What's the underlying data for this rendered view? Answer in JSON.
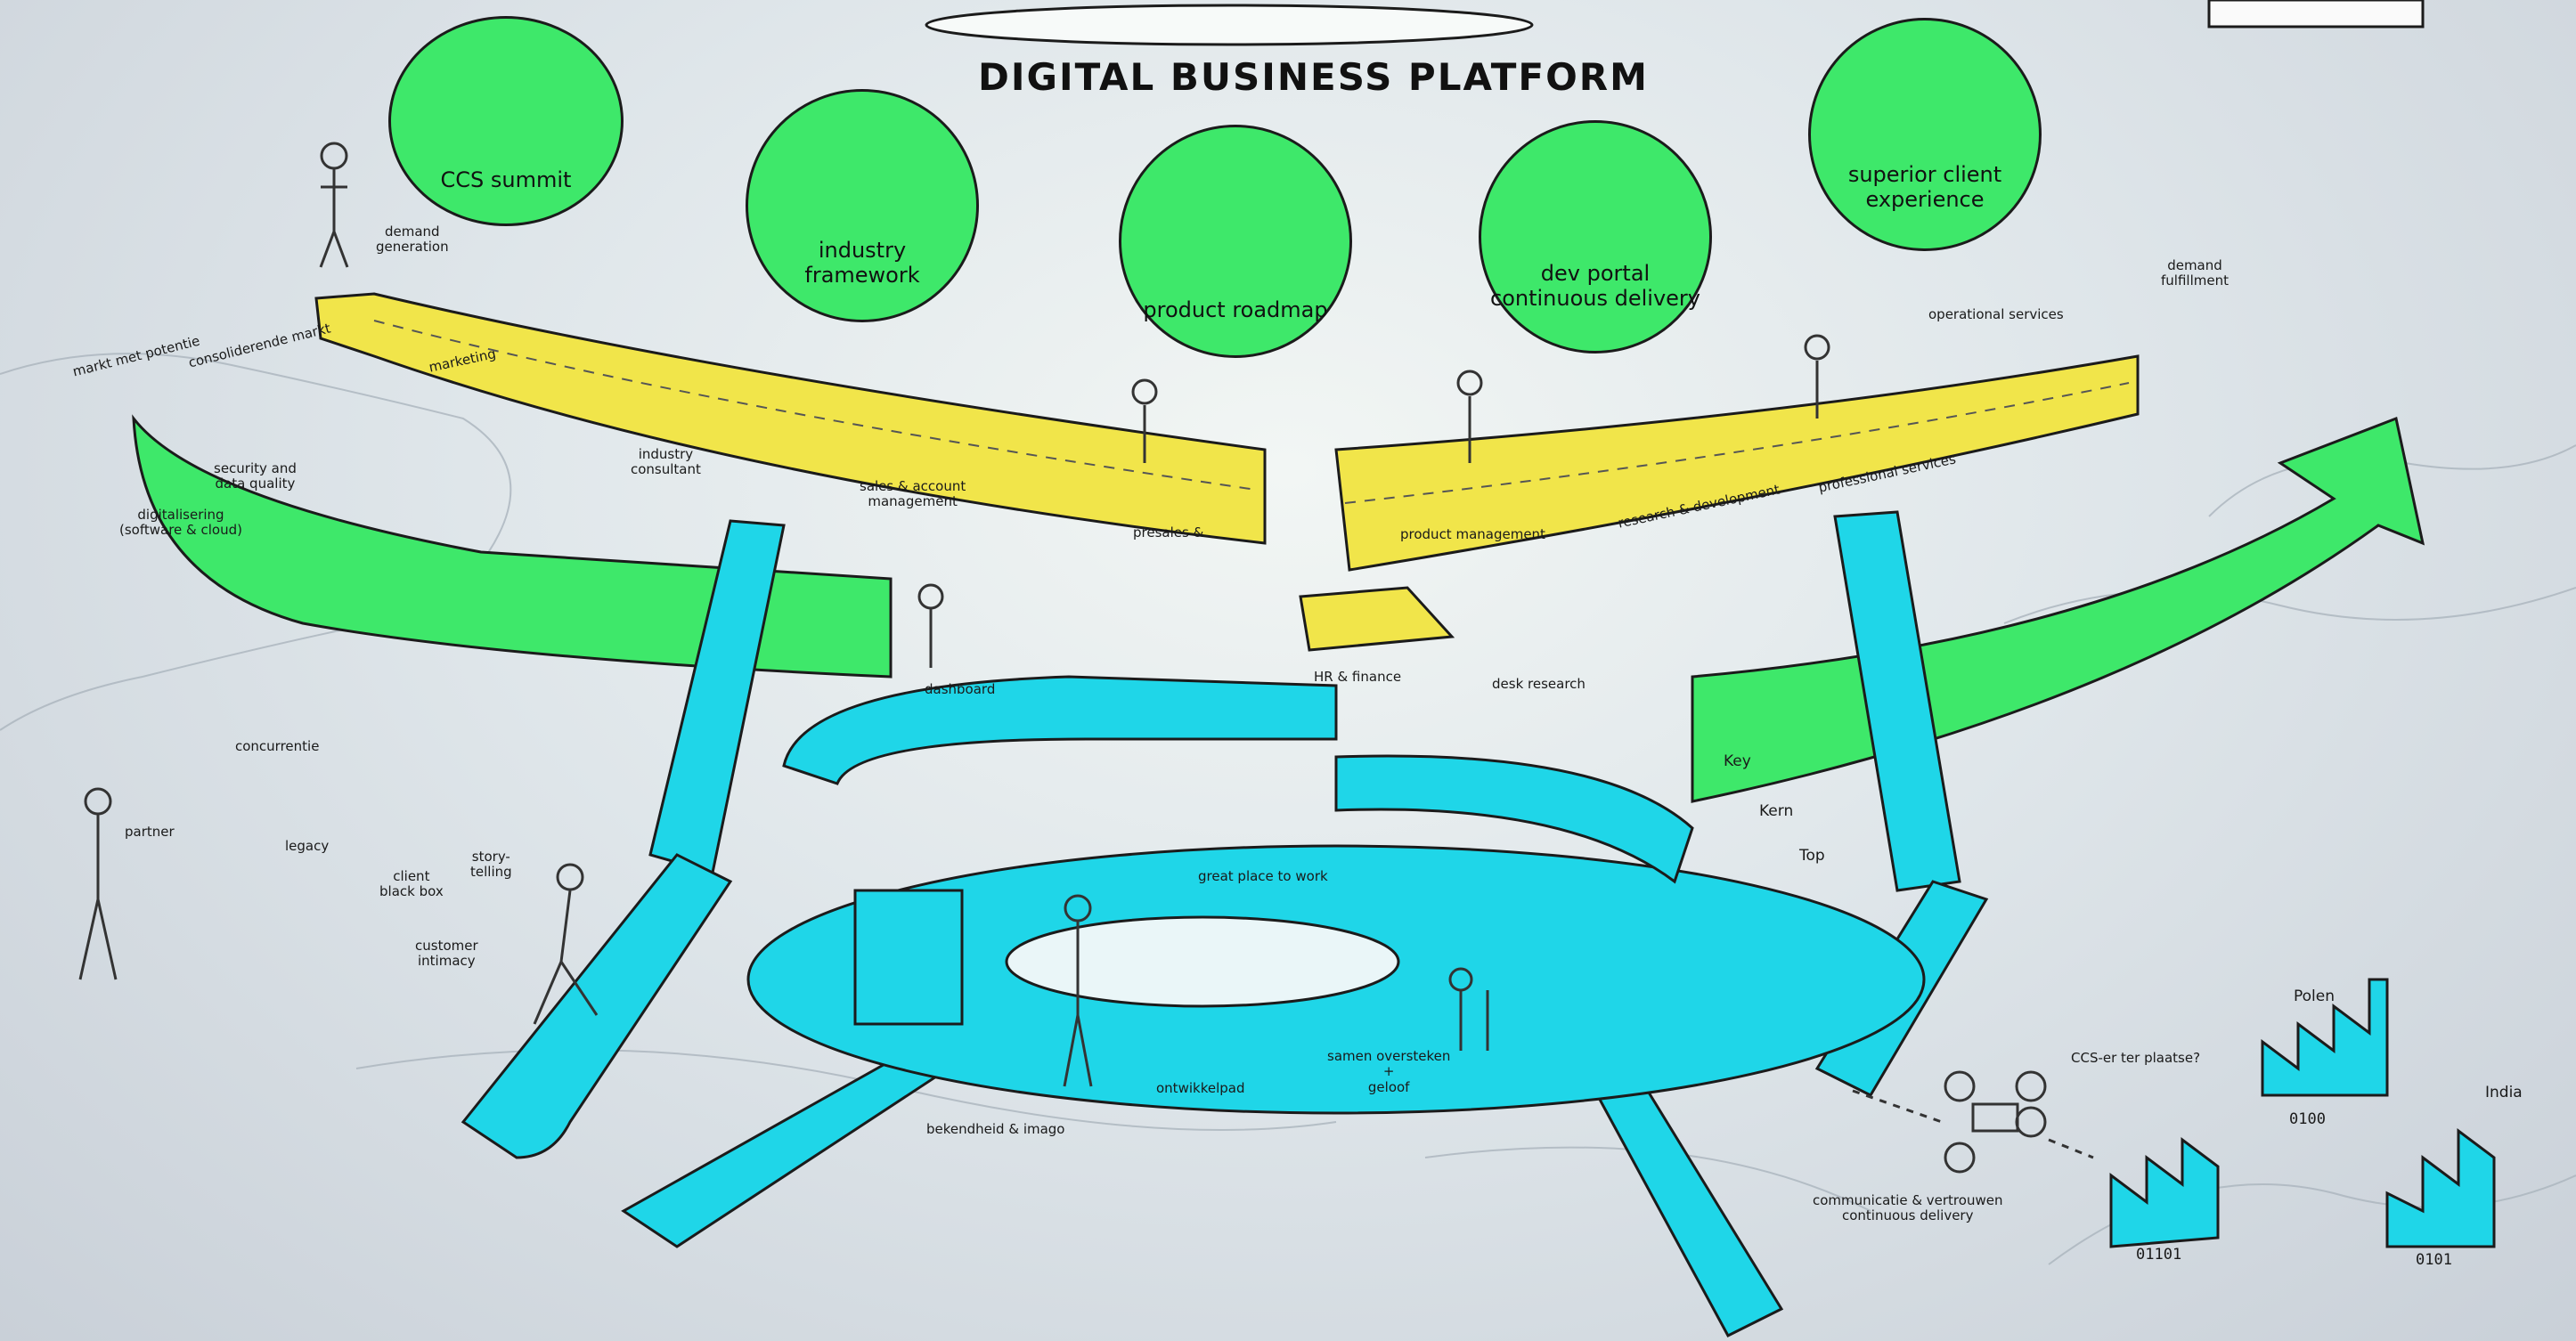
{
  "title": "DIGITAL BUSINESS PLATFORM",
  "colors": {
    "green": "#3ee86a",
    "yellow": "#f1e54a",
    "cyan": "#1fd6e8",
    "ink": "#1b1b1b"
  },
  "bubbles": [
    {
      "id": "ccs",
      "label": "CCS summit"
    },
    {
      "id": "industry",
      "label": "industry\nframework"
    },
    {
      "id": "roadmap",
      "label": "product roadmap"
    },
    {
      "id": "devportal",
      "label": "dev portal\ncontinuous delivery"
    },
    {
      "id": "superior",
      "label": "superior client\nexperience"
    }
  ],
  "labels": {
    "demand_generation": "demand\ngeneration",
    "demand_fulfillment": "demand\nfulfillment",
    "markt_met_potentie": "markt met potentie",
    "consoliderende_markt": "consoliderende markt",
    "marketing": "marketing",
    "industry_consultant": "industry\nconsultant",
    "sales_account": "sales & account\nmanagement",
    "presales": "presales &",
    "product_management": "product management",
    "research_development": "research & development",
    "professional_services": "professional services",
    "operational_services": "operational services",
    "security_data_quality": "security and\ndata quality",
    "digitalisering": "digitalisering\n(software & cloud)",
    "dashboard": "dashboard",
    "hr_finance": "HR & finance",
    "desk_research": "desk research",
    "concurrentie": "concurrentie",
    "partner": "partner",
    "legacy": "legacy",
    "client_black_box": "client\nblack box",
    "customer_intimacy": "customer\nintimacy",
    "storytelling": "story-\ntelling",
    "great_place_to_work": "great place to work",
    "ontwikkelpad": "ontwikkelpad",
    "samen_oversteken": "samen oversteken\n+\ngeloof",
    "bekendheid_imago": "bekendheid & imago",
    "key": "Key",
    "kern": "Kern",
    "top": "Top",
    "polen": "Polen",
    "india": "India",
    "ccs_er_ter_plaatse": "CCS-er ter plaatse?",
    "communicatie": "communicatie & vertrouwen\ncontinuous delivery",
    "binary_1": "0100",
    "binary_2": "01101",
    "binary_3": "0101"
  }
}
